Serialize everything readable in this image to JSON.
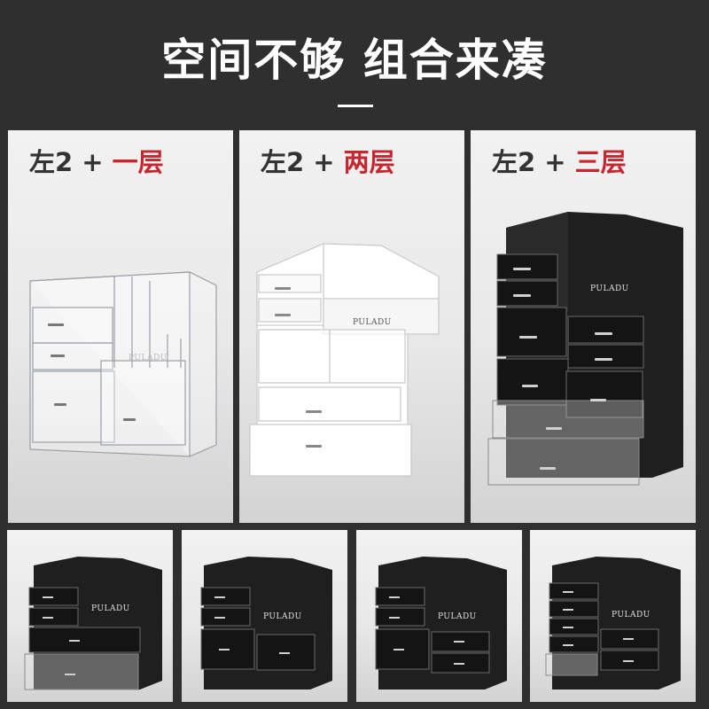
{
  "header": {
    "title": "空间不够 组合来凑"
  },
  "colors": {
    "background": "#2f2f2f",
    "panel": "#e6e6e6",
    "accent": "#c6262e",
    "label": "#333333",
    "organizer_dark": "#1f1f1f"
  },
  "options": [
    {
      "base": "左2 + ",
      "accent_text": "一层",
      "style": "clear"
    },
    {
      "base": "左2 + ",
      "accent_text": "两层",
      "style": "white"
    },
    {
      "base": "左2 + ",
      "accent_text": "三层",
      "style": "black"
    }
  ],
  "brand": "PULADU",
  "variants": [
    {
      "style": "black"
    },
    {
      "style": "black"
    },
    {
      "style": "black"
    },
    {
      "style": "black"
    }
  ]
}
